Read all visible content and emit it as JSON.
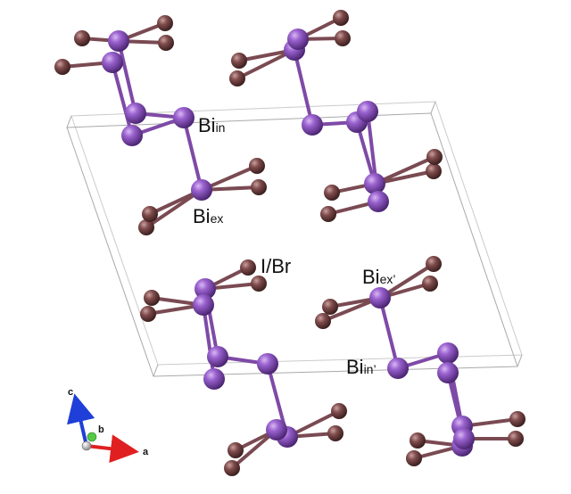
{
  "colors": {
    "bismuth": "#8a55bf",
    "halide": "#7a4b4b",
    "bond_bismuth": "#7e4aa6",
    "bond_halide": "#7a4a52",
    "cell_outline": "#a9a9a9",
    "axis_a": "#e02020",
    "axis_b": "#55c845",
    "axis_c": "#1f3fd8"
  },
  "labels": {
    "bi_in": {
      "main": "Bi",
      "sub": "in"
    },
    "bi_ex": {
      "main": "Bi",
      "sub": "ex"
    },
    "halide": "I/Br",
    "bi_ex_prime": {
      "main": "Bi",
      "sub": "ex’"
    },
    "bi_in_prime": {
      "main": "Bi",
      "sub": "in’"
    }
  },
  "axes": {
    "a": "a",
    "b": "b",
    "c": "c"
  }
}
